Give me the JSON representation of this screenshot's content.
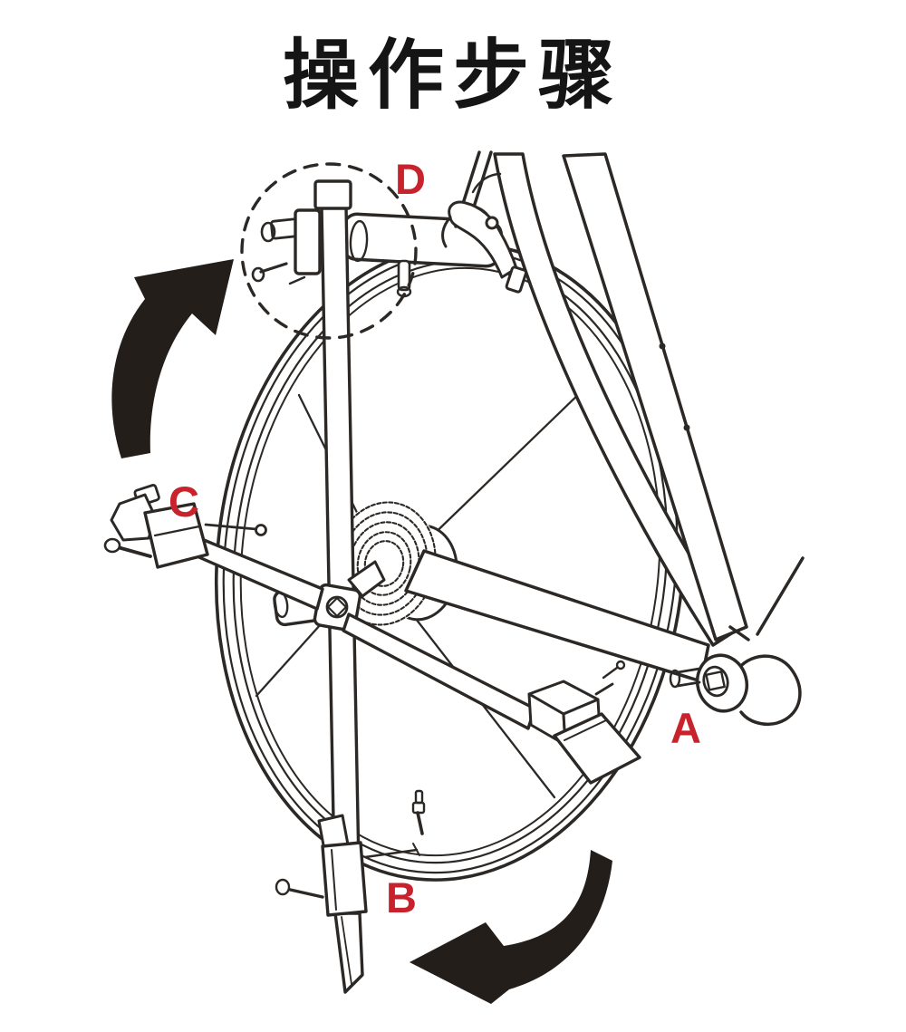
{
  "title": "操作步骤",
  "labels": {
    "a": "A",
    "b": "B",
    "c": "C",
    "d": "D"
  },
  "colors": {
    "background": "#ffffff",
    "line": "#2c2825",
    "label_red": "#c8232c",
    "arrow": "#241e1b",
    "title": "#151515"
  },
  "icons": {
    "rotation_arrow_top_left": "curved-arrow-up-right",
    "rotation_arrow_bottom": "curved-arrow-left",
    "highlight_circle": "dashed-circle-around-area-d"
  }
}
